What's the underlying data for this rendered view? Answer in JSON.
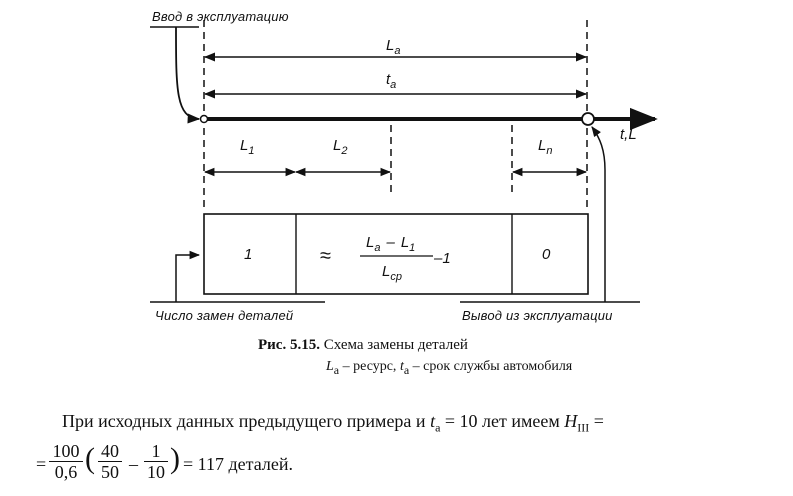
{
  "diagram": {
    "label_top_left": "Ввод в эксплуатацию",
    "label_La": "L",
    "label_La_sub": "а",
    "label_ta": "t",
    "label_ta_sub": "а",
    "label_axis": "t,L",
    "label_L1": "L",
    "label_L1_sub": "1",
    "label_L2": "L",
    "label_L2_sub": "2",
    "label_Ln": "L",
    "label_Ln_sub": "n",
    "box_1": "1",
    "box_0": "0",
    "approx": "≈",
    "formula_num_L": "L",
    "formula_num_Lsub": "a",
    "formula_num_minus": "–",
    "formula_num_L1": "L",
    "formula_num_L1sub": "1",
    "formula_den_L": "L",
    "formula_den_sub": "ср",
    "formula_tail": "–1",
    "label_bottom_left": "Число замен деталей",
    "label_bottom_right": "Вывод из эксплуатации"
  },
  "caption": {
    "title_bold": "Рис. 5.15.",
    "title_rest": " Схема замены деталей",
    "sub_La": "L",
    "sub_La_sub": "a",
    "sub_text1": " – ресурс, ",
    "sub_ta": "t",
    "sub_ta_sub": "a",
    "sub_text2": " – срок службы автомобиля"
  },
  "paragraph": {
    "text_before": "При исходных данных предыдущего примера и ",
    "t": "t",
    "t_sub": "a",
    "text_mid": " = 10 лет имеем ",
    "H": "H",
    "H_sub": "III",
    "text_end": " ="
  },
  "formula": {
    "eq": "=",
    "f1_num": "100",
    "f1_den": "0,6",
    "lparen": "(",
    "f2_num": "40",
    "f2_den": "50",
    "minus": "–",
    "f3_num": "1",
    "f3_den": "10",
    "rparen": ")",
    "result": "= 117 деталей."
  }
}
